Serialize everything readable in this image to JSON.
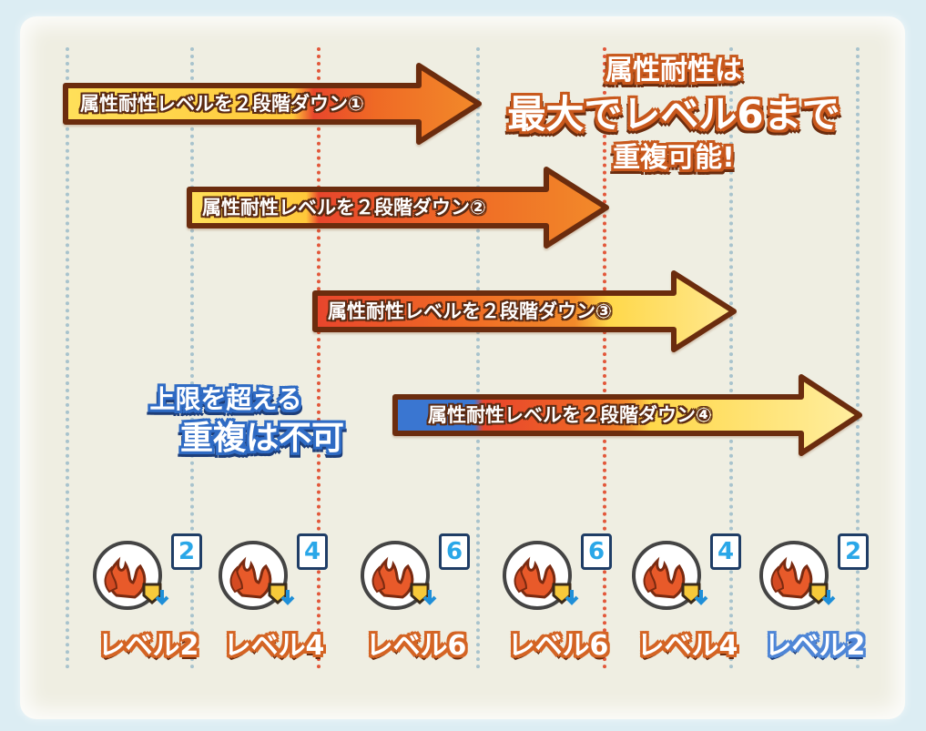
{
  "arrows": [
    {
      "label": "属性耐性レベルを２段階ダウン①"
    },
    {
      "label": "属性耐性レベルを２段階ダウン②"
    },
    {
      "label": "属性耐性レベルを２段階ダウン③"
    },
    {
      "label": "属性耐性レベルを２段階ダウン④"
    }
  ],
  "callout": {
    "line1": "属性耐性は",
    "line2": "最大でレベル6まで",
    "line3": "重複可能!"
  },
  "limit_note": {
    "line1": "上限を超える",
    "line2": "重複は不可"
  },
  "icons": [
    {
      "badge_number": "2",
      "level": "レベル2",
      "level_color": "orange"
    },
    {
      "badge_number": "4",
      "level": "レベル4",
      "level_color": "orange"
    },
    {
      "badge_number": "6",
      "level": "レベル6",
      "level_color": "orange"
    },
    {
      "badge_number": "6",
      "level": "レベル6",
      "level_color": "orange"
    },
    {
      "badge_number": "4",
      "level": "レベル4",
      "level_color": "orange"
    },
    {
      "badge_number": "2",
      "level": "レベル2",
      "level_color": "blue"
    }
  ],
  "icon_name": "fire-resistance-down-icon",
  "colors": {
    "arrow_yellow": "#ffd84a",
    "arrow_orange": "#f07a24",
    "arrow_red": "#e2452c",
    "arrow_blue": "#3a76d1",
    "arrow_border": "#6b2c0e"
  }
}
